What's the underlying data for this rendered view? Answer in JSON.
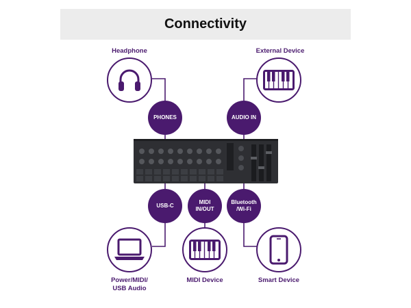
{
  "title": "Connectivity",
  "colors": {
    "accent": "#4a1a6e",
    "title_bg": "#ececec",
    "device_body": "#2e2f33"
  },
  "top_devices": [
    {
      "label": "Headphone",
      "icon": "headphone-icon"
    },
    {
      "label": "External Device",
      "icon": "keyboard-icon"
    }
  ],
  "top_ports": [
    "PHONES",
    "AUDIO IN"
  ],
  "bottom_ports": [
    "USB-C",
    "MIDI\nIN/OUT",
    "Bluetooth\n/Wi-Fi"
  ],
  "bottom_devices": [
    {
      "label": "Power/MIDI/\nUSB Audio",
      "icon": "laptop-icon"
    },
    {
      "label": "MIDI Device",
      "icon": "keyboard-icon"
    },
    {
      "label": "Smart Device",
      "icon": "smartphone-icon"
    }
  ],
  "hardware": {
    "icon": "synthesizer-device",
    "logo": ""
  }
}
